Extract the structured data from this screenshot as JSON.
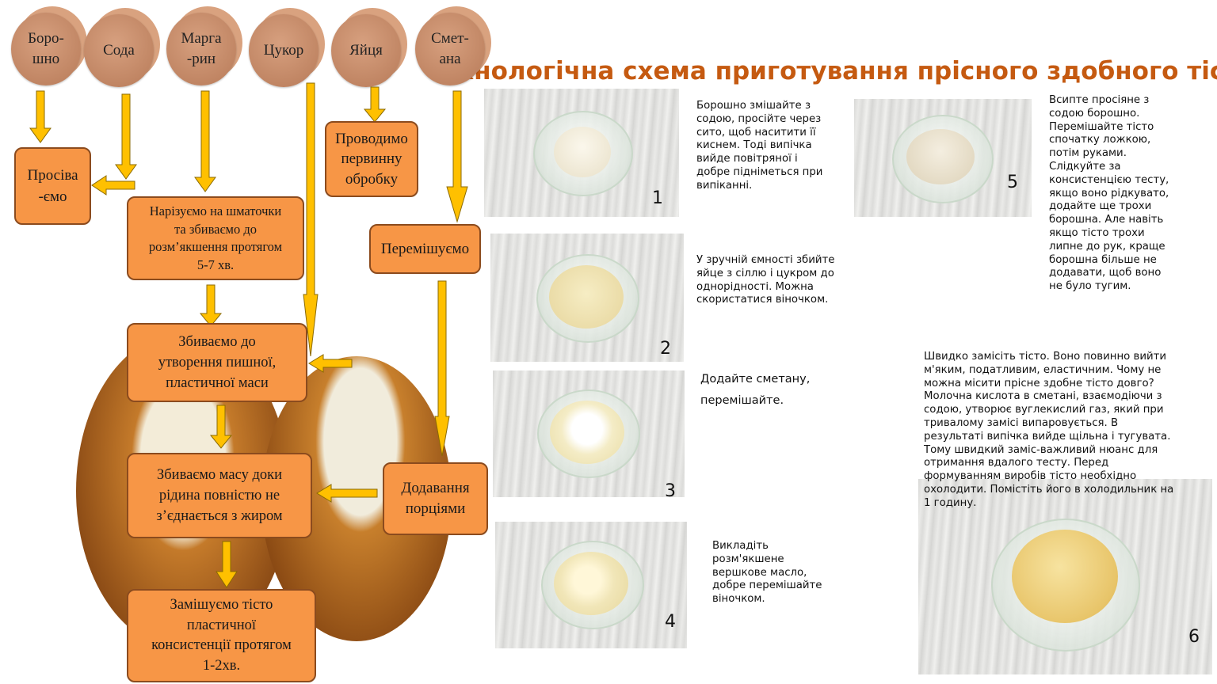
{
  "title": "Технологічна схема приготування прісного здобного тіста",
  "ingredients": [
    {
      "label": "Боро-\nшно"
    },
    {
      "label": "Сода"
    },
    {
      "label": "Марга\n-рин"
    },
    {
      "label": "Цукор"
    },
    {
      "label": "Яйця"
    },
    {
      "label": "Смет-\nана"
    }
  ],
  "flow": {
    "sift": "Просіва\n-ємо",
    "cut": "Нарізуємо на шматочки\nта збиваємо до\nрозм’якшення протягом\n5-7 хв.",
    "primary": "Проводимо\nпервинну\nобробку",
    "mix": "Перемішуємо",
    "whip_fluffy": "Збиваємо до\nутворення пишної,\nпластичної маси",
    "whip_liquid": "Збиваємо масу доки\nрідина повністю не\nз’єднається з жиром",
    "add_portions": "Додавання\nпорціями",
    "knead": "Замішуємо тісто\nпластичної\nконсистенції протягом\n1-2хв."
  },
  "steps": [
    {
      "number": "1",
      "text": "Борошно змішайте з\nсодою, просійте через\nсито, щоб наситити її\nкиснем. Тоді випічка\nвийде повітряної і\nдобре підніметься при\nвипіканні."
    },
    {
      "number": "2",
      "text": "У зручній ємності збийте\nяйце з сіллю і цукром до\nоднорідності. Можна\nскористатися віночком."
    },
    {
      "number": "3",
      "text": "Додайте сметану,\n\nперемішайте."
    },
    {
      "number": "4",
      "text": "Викладіть\nрозм'якшене\nвершкове масло,\nдобре перемішайте\nвіночком."
    },
    {
      "number": "5",
      "text": "Всипте просіяне з\nсодою борошно.\nПеремішайте тісто\nспочатку ложкою,\nпотім руками.\nСлідкуйте за\nконсистенцією тесту,\nякщо воно рідкувато,\nдодайте ще трохи\nборошна. Але навіть\nякщо тісто трохи\nлипне до рук, краще\nборошна більше не\nдодавати, щоб воно\nне було тугим."
    },
    {
      "number": "6",
      "text": "Швидко замісіть тісто. Воно повинно вийти\nм'яким, податливим, еластичним. Чому не\nможна місити прісне здобне тісто довго?\nМолочна кислота в сметані, взаємодіючи з\nсодою, утворює вуглекислий газ, який при\nтривалому замісі випаровується. В\nрезультаті випічка вийде щільна і тугувата.\nТому швидкий заміс-важливий нюанс для\nотримання вдалого тесту. Перед\nформуванням виробів тісто необхідно\nохолодити. Помістіть його в холодильник на\n1 годину."
    }
  ],
  "colors": {
    "title": "#c55a11",
    "box": "#f79646",
    "arrow": "#ffc000",
    "disc": "#c68a66"
  }
}
